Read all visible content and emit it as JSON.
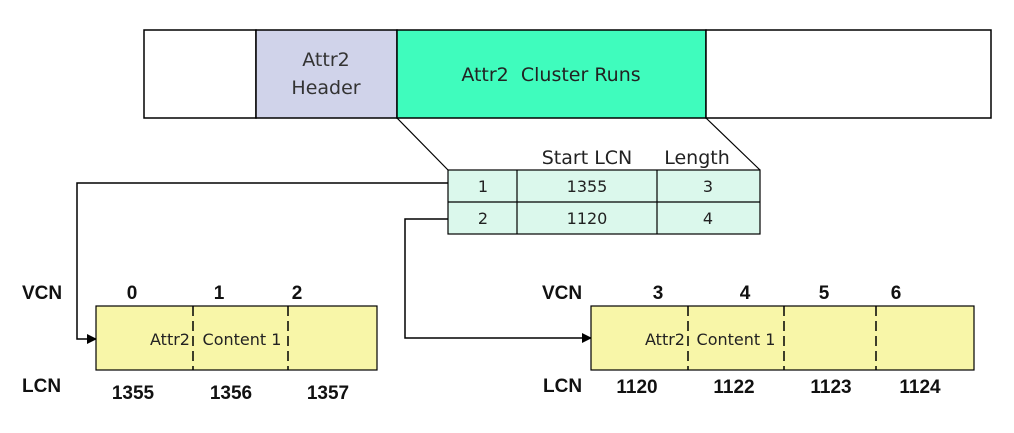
{
  "record": {
    "header_line1": "Attr2",
    "header_line2": "Header",
    "runs_label": "Attr2  Cluster Runs"
  },
  "run_table": {
    "col_start": "Start LCN",
    "col_length": "Length",
    "rows": [
      {
        "index": "1",
        "start": "1355",
        "length": "3"
      },
      {
        "index": "2",
        "start": "1120",
        "length": "4"
      }
    ]
  },
  "extent1": {
    "vcn_label": "VCN",
    "lcn_label": "LCN",
    "content_a": "Attr2",
    "content_b": "Content 1",
    "vcns": [
      "0",
      "1",
      "2"
    ],
    "lcns": [
      "1355",
      "1356",
      "1357"
    ]
  },
  "extent2": {
    "vcn_label": "VCN",
    "lcn_label": "LCN",
    "content_a": "Attr2",
    "content_b": "Content 1",
    "vcns": [
      "3",
      "4",
      "5",
      "6"
    ],
    "lcns": [
      "1120",
      "1122",
      "1123",
      "1124"
    ]
  },
  "colors": {
    "header_fill": "#D0D3EA",
    "runs_fill": "#3FFCBD",
    "table_fill": "#DBF8EC",
    "extent_fill": "#F8F6A8",
    "stroke": "#000000"
  }
}
